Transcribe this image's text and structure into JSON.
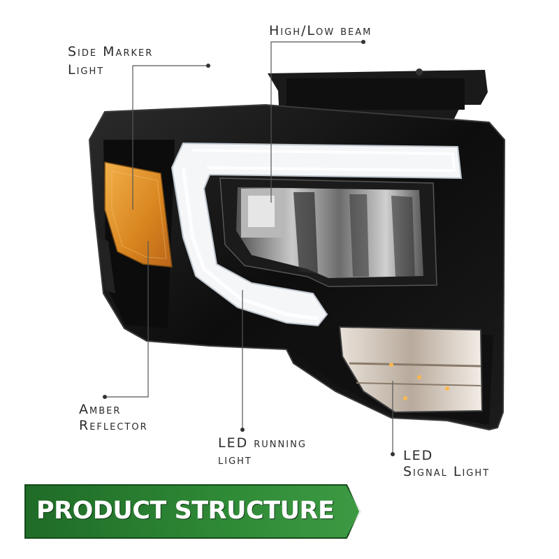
{
  "callouts": {
    "high_low_beam": "High/Low beam",
    "side_marker_line1": "Side Marker",
    "side_marker_line2": "Light",
    "amber_line1": "Amber",
    "amber_line2": "Reflector",
    "drl_line1": "LED running",
    "drl_line2": "light",
    "signal_line1": "LED",
    "signal_line2": "Signal Light"
  },
  "banner": {
    "title": "PRODUCT STRUCTURE"
  },
  "colors": {
    "banner_green": "#2e7d32",
    "amber": "#e59a2b",
    "housing": "#141414"
  }
}
